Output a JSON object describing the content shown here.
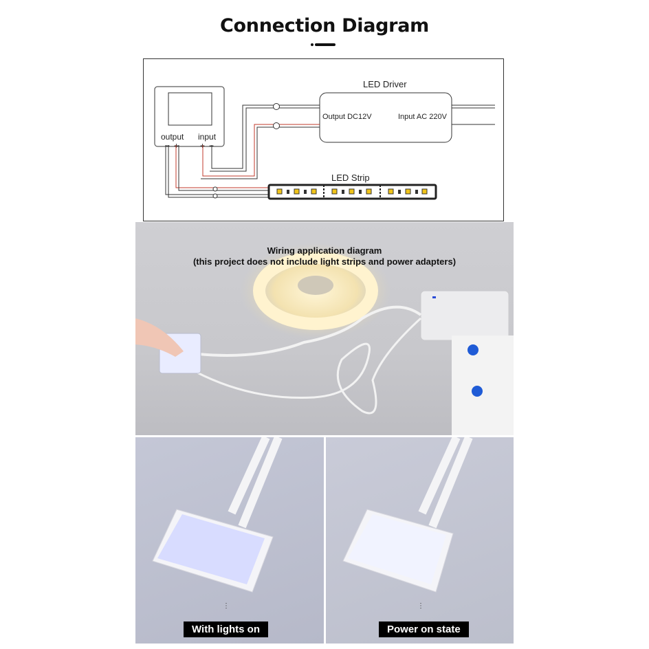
{
  "page": {
    "title": "Connection Diagram"
  },
  "diagram": {
    "led_driver_label": "LED Driver",
    "driver_output_label": "Output DC12V",
    "driver_input_label": "Input AC 220V",
    "led_strip_label": "LED Strip",
    "switch_output_label": "output",
    "switch_input_label": "input",
    "output_minus": "−",
    "output_plus": "+",
    "input_plus": "+",
    "input_minus": "−",
    "wire_colors": {
      "black": "#333333",
      "red": "#c0392b"
    }
  },
  "application_photo": {
    "caption_line1": "Wiring application diagram",
    "caption_line2": "(this project does not include light strips and power adapters)"
  },
  "state_photos": {
    "left_label": "With lights on",
    "right_label": "Power on state"
  }
}
